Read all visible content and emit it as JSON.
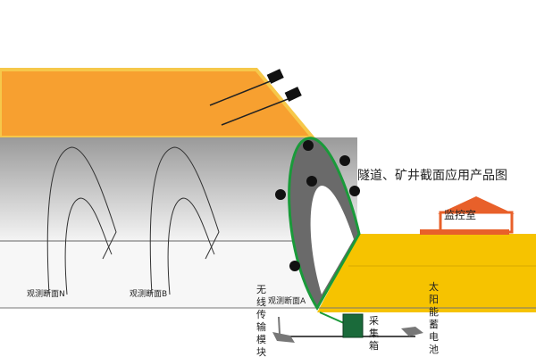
{
  "title": "隧道、矿井截面应用产品图",
  "monitor_room": "监控室",
  "sections": [
    "观测断面N",
    "观测断面B",
    "观测断面A"
  ],
  "wireless_module": "无线传输模块",
  "collection_box": "采集箱",
  "solar_battery": "太阳能蓄电池",
  "colors": {
    "rock": "#f7a030",
    "ground": "#f6c300",
    "section_outline": "#1a9a3a",
    "box": "#1a6a3a"
  }
}
